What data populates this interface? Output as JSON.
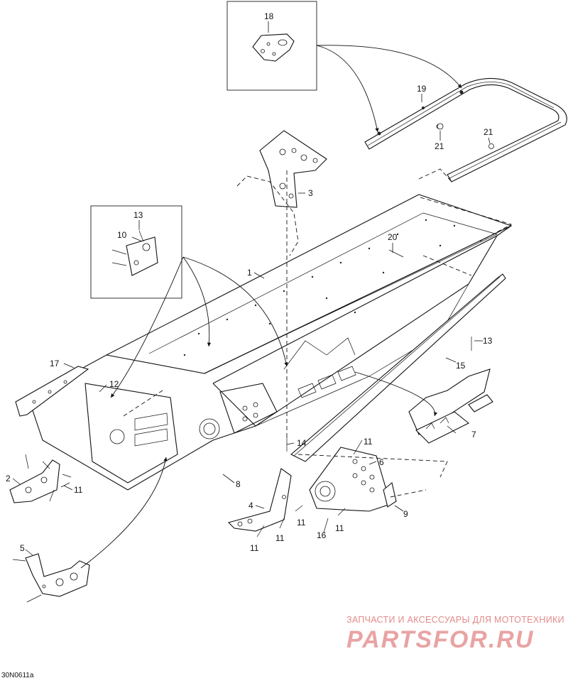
{
  "figure": {
    "reference_code": "30N0611a",
    "watermark": {
      "caption": "ЗАПЧАСТИ И АКСЕССУАРЫ ДЛЯ МОТОТЕХНИКИ",
      "logo": "PARTSFOR.RU"
    },
    "callouts": [
      "1",
      "2",
      "3",
      "4",
      "5",
      "6",
      "7",
      "8",
      "9",
      "10",
      "11",
      "12",
      "13",
      "14",
      "15",
      "16",
      "17",
      "18",
      "19",
      "20",
      "21"
    ],
    "parts": [
      {
        "id": "1",
        "label": "1"
      },
      {
        "id": "2",
        "label": "2"
      },
      {
        "id": "3",
        "label": "3"
      },
      {
        "id": "4",
        "label": "4"
      },
      {
        "id": "5",
        "label": "5"
      },
      {
        "id": "6",
        "label": "6"
      },
      {
        "id": "7",
        "label": "7"
      },
      {
        "id": "8",
        "label": "8"
      },
      {
        "id": "9",
        "label": "9"
      },
      {
        "id": "10",
        "label": "10"
      },
      {
        "id": "11",
        "label": "11"
      },
      {
        "id": "12",
        "label": "12"
      },
      {
        "id": "13",
        "label": "13"
      },
      {
        "id": "14",
        "label": "14"
      },
      {
        "id": "15",
        "label": "15"
      },
      {
        "id": "16",
        "label": "16"
      },
      {
        "id": "17",
        "label": "17"
      },
      {
        "id": "18",
        "label": "18"
      },
      {
        "id": "19",
        "label": "19"
      },
      {
        "id": "20",
        "label": "20"
      },
      {
        "id": "21",
        "label": "21"
      }
    ]
  }
}
